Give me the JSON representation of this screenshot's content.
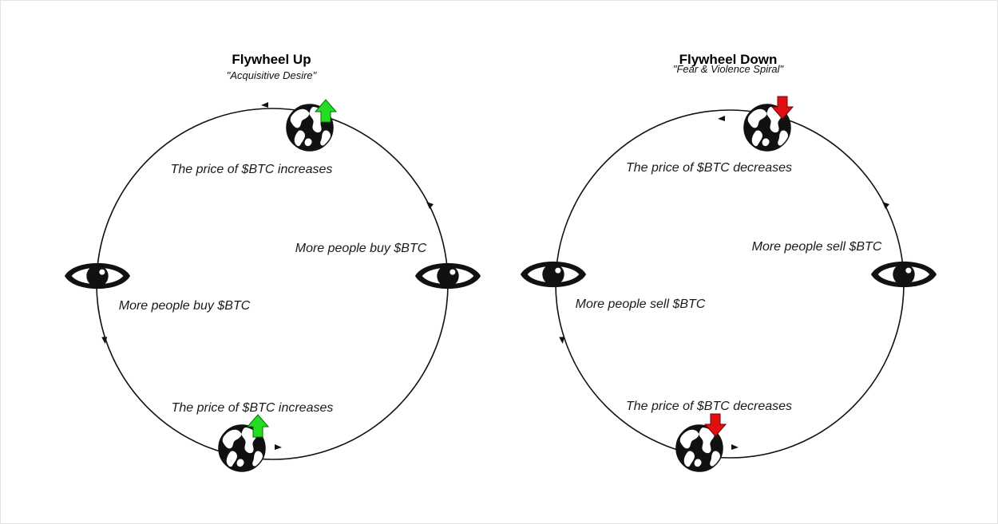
{
  "panels": [
    {
      "id": "up",
      "title": "Flywheel Up",
      "subtitle": "\"Acquisitive Desire\"",
      "label_top": "The price of $BTC increases",
      "label_right": "More people buy $BTC",
      "label_left": "More people buy $BTC",
      "label_bottom": "The price of $BTC increases",
      "arrow_icon": "green-up-arrow-icon",
      "arrow_color": "#22dd22"
    },
    {
      "id": "down",
      "title": "Flywheel Down",
      "subtitle": "\"Fear & Violence Spiral\"",
      "label_top": "The price of $BTC decreases",
      "label_right": "More people sell $BTC",
      "label_left": "More people sell $BTC",
      "label_bottom": "The price of $BTC decreases",
      "arrow_icon": "red-down-arrow-icon",
      "arrow_color": "#e01010"
    }
  ]
}
